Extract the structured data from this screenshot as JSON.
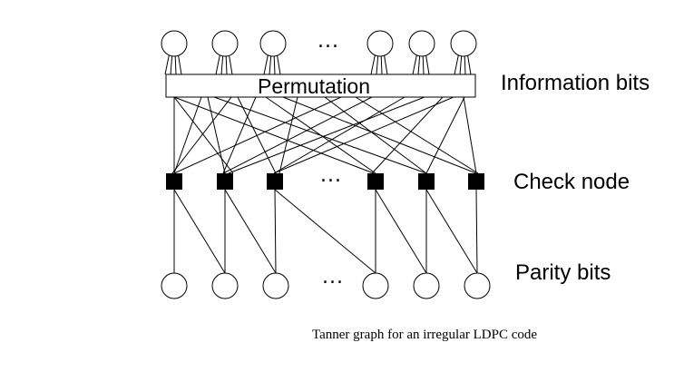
{
  "permutation_label": "Permutation",
  "labels": {
    "information_bits": "Information bits",
    "check_node": "Check node",
    "parity_bits": "Parity bits"
  },
  "ellipsis": "...",
  "caption": "Tanner graph for an irregular LDPC code",
  "colors": {
    "stroke": "#000000",
    "node_fill": "#ffffff",
    "check_fill": "#000000"
  }
}
